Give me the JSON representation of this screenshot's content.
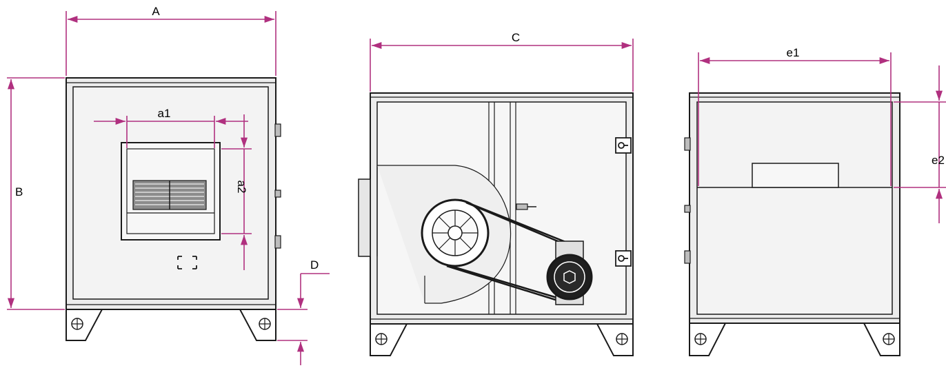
{
  "colors": {
    "outline": "#1a1a1a",
    "panel": "#ececec",
    "panel_inner": "#f3f3f3",
    "fan_fill": "#ffffff",
    "dimension": "#b0307f"
  },
  "views": {
    "front": {
      "dim_width": "A",
      "dim_height": "B",
      "dim_opening_width": "a1",
      "dim_opening_height": "a2",
      "dim_foot": "D"
    },
    "side": {
      "dim_depth": "C"
    },
    "rear": {
      "dim_outlet_width": "e1",
      "dim_outlet_height": "e2"
    }
  }
}
